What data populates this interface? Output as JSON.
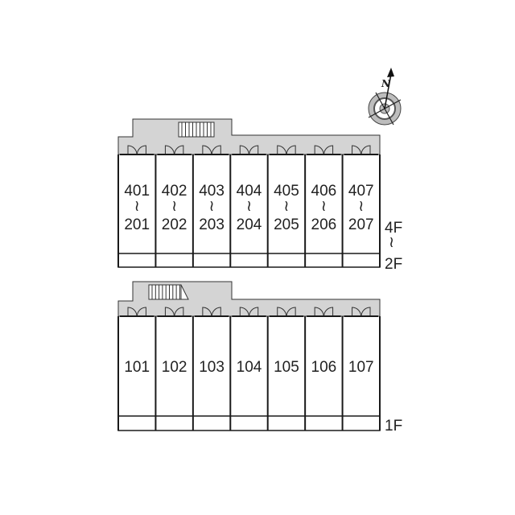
{
  "compass": {
    "north_label": "N",
    "icon": "compass-rose"
  },
  "upper_block": {
    "floor_label_top": "4F",
    "floor_range_symbol": "≀",
    "floor_label_bottom": "2F",
    "units": [
      {
        "top": "401",
        "sep": "≀",
        "bottom": "201"
      },
      {
        "top": "402",
        "sep": "≀",
        "bottom": "202"
      },
      {
        "top": "403",
        "sep": "≀",
        "bottom": "203"
      },
      {
        "top": "404",
        "sep": "≀",
        "bottom": "204"
      },
      {
        "top": "405",
        "sep": "≀",
        "bottom": "205"
      },
      {
        "top": "406",
        "sep": "≀",
        "bottom": "206"
      },
      {
        "top": "407",
        "sep": "≀",
        "bottom": "207"
      }
    ]
  },
  "lower_block": {
    "floor_label": "1F",
    "units": [
      "101",
      "102",
      "103",
      "104",
      "105",
      "106",
      "107"
    ]
  },
  "colors": {
    "corridor": "#d4d4d4",
    "wall": "#1a1a1a",
    "background": "#ffffff"
  }
}
